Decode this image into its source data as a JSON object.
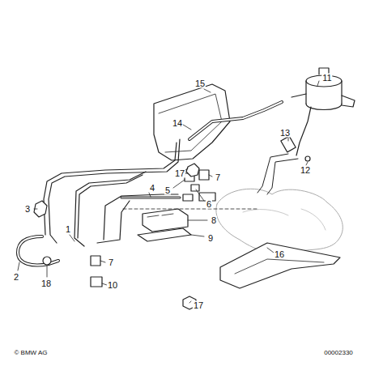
{
  "diagram": {
    "labels": [
      "15",
      "11",
      "14",
      "17",
      "13",
      "12",
      "5",
      "7",
      "6",
      "4",
      "3",
      "1",
      "8",
      "9",
      "2",
      "7",
      "18",
      "10",
      "16",
      "17",
      "© BMW AG",
      "00002330"
    ]
  }
}
